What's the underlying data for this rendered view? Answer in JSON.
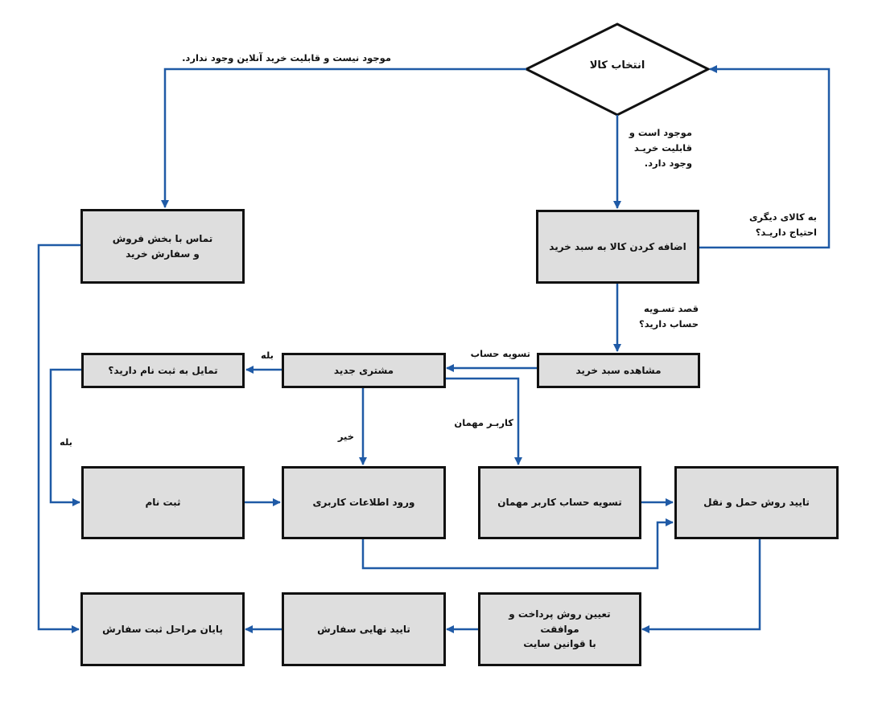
{
  "diagram": {
    "title": "Online purchase flowchart",
    "colors": {
      "connector": "#1f5aa6",
      "box_fill": "#dedede",
      "box_border": "#111111"
    },
    "decision": {
      "label": "انتخاب کالا"
    },
    "nodes": {
      "add_to_cart": "اضافه کردن کالا به سبد خرید",
      "contact_sales": "تماس با بخش فروش\nو سفارش خرید",
      "view_cart": "مشاهده سبد خرید",
      "new_customer": "مشتری جدید",
      "want_register": "تمایل به ثبت نام دارید؟",
      "register": "ثبت نام",
      "user_info": "ورود اطلاعات کاربری",
      "guest_checkout": "تسویه حساب کاربر مهمان",
      "confirm_shipping": "تایید روش حمل و نقل",
      "payment": "تعیین روش پرداخت و موافقت\nبا قوانین سایت",
      "final_confirm": "تایید نهایی سفارش",
      "end": "پایان مراحل ثبت سفارش"
    },
    "edge_labels": {
      "not_available": "موجود نیست و قابلیت خرید آنلاین وجود ندارد.",
      "available_1": "موجود است و",
      "available_2": "قابلیت خریـد",
      "available_3": "وجود دارد.",
      "another_item_1": "به کالای دیگری",
      "another_item_2": "احتیاج داریـد؟",
      "checkout_intent_1": "قصد تسـویه",
      "checkout_intent_2": "حساب دارید؟",
      "checkout": "تسویه حساب",
      "yes_top": "بله",
      "yes_left": "بله",
      "no": "خیر",
      "guest_user": "کاربـر مهمان"
    }
  }
}
